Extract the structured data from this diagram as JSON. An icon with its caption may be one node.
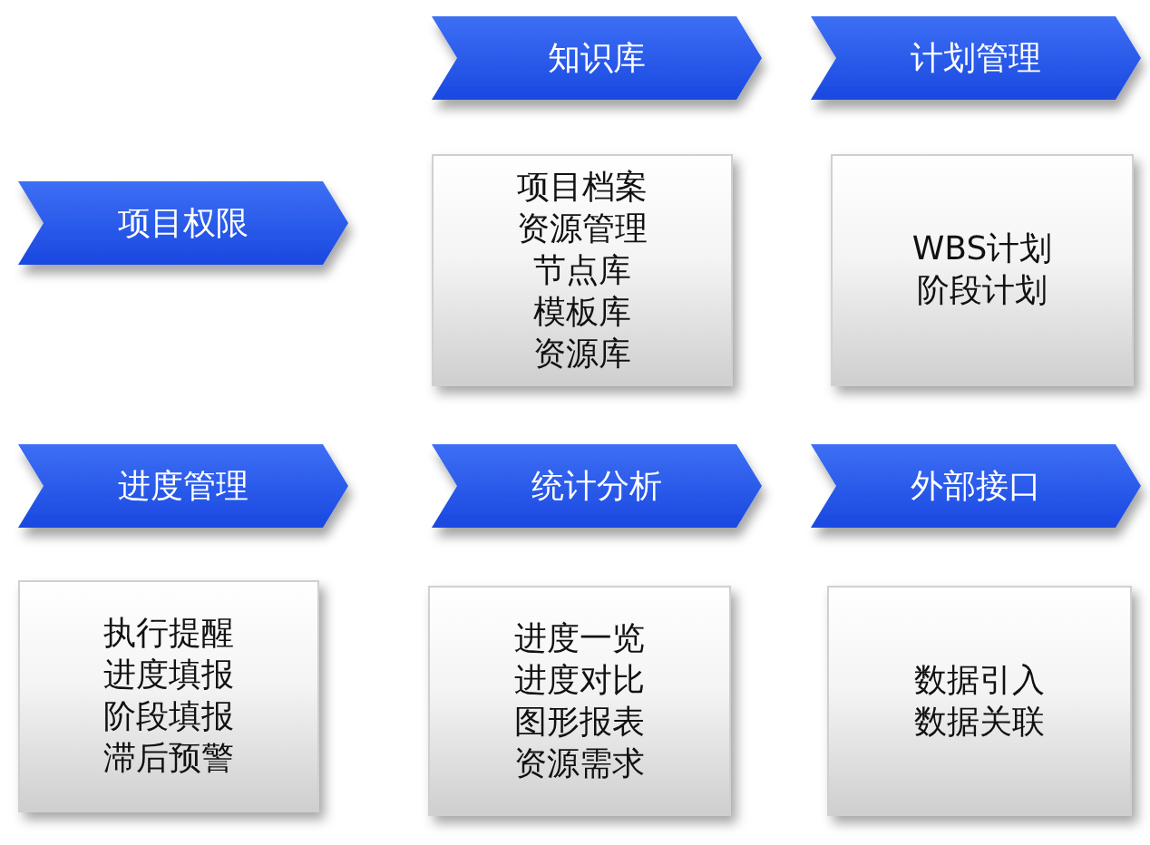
{
  "diagram": {
    "nodes": [
      {
        "text": [
          "知识库"
        ]
      },
      {
        "text": [
          "计划管理"
        ]
      },
      {
        "text": [
          "项目权限"
        ]
      },
      {
        "text": [
          "项目档案",
          "资源管理",
          "节点库",
          "模板库",
          "资源库"
        ]
      },
      {
        "text": [
          "WBS计划",
          "阶段计划"
        ]
      },
      {
        "text": [
          "进度管理"
        ]
      },
      {
        "text": [
          "统计分析"
        ]
      },
      {
        "text": [
          "外部接口"
        ]
      },
      {
        "text": [
          "执行提醒",
          "进度填报",
          "阶段填报",
          "滞后预警"
        ]
      },
      {
        "text": [
          "进度一览",
          "进度对比",
          "图形报表",
          "资源需求"
        ]
      },
      {
        "text": [
          "数据引入",
          "数据关联"
        ]
      }
    ]
  }
}
